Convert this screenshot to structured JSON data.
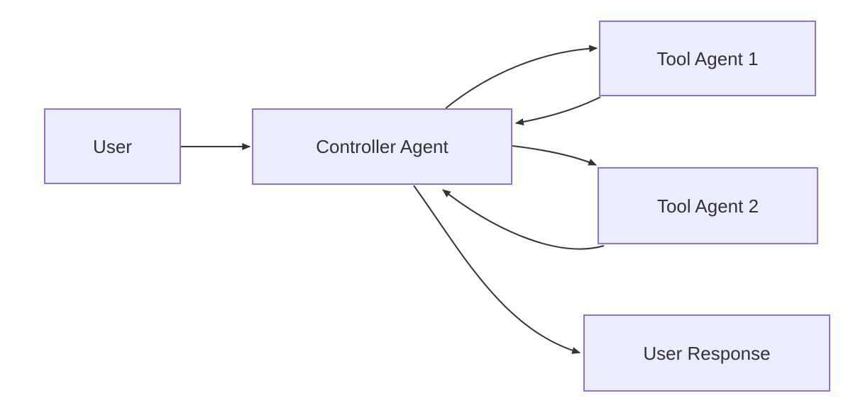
{
  "diagram": {
    "type": "flowchart",
    "direction": "left-to-right",
    "nodes": [
      {
        "id": "user",
        "label": "User"
      },
      {
        "id": "controller",
        "label": "Controller Agent"
      },
      {
        "id": "tool1",
        "label": "Tool Agent 1"
      },
      {
        "id": "tool2",
        "label": "Tool Agent 2"
      },
      {
        "id": "user_response",
        "label": "User Response"
      }
    ],
    "edges": [
      {
        "from": "user",
        "to": "controller",
        "style": "straight-arrow"
      },
      {
        "from": "controller",
        "to": "tool1",
        "style": "curved-arrow"
      },
      {
        "from": "tool1",
        "to": "controller",
        "style": "curved-arrow"
      },
      {
        "from": "controller",
        "to": "tool2",
        "style": "curved-arrow"
      },
      {
        "from": "tool2",
        "to": "controller",
        "style": "curved-arrow"
      },
      {
        "from": "controller",
        "to": "user_response",
        "style": "curved-arrow"
      }
    ]
  },
  "colors": {
    "node_fill": "#ECECFF",
    "node_border": "#9370DB",
    "edge": "#333333",
    "text": "#333333",
    "background": "#FFFFFF"
  }
}
